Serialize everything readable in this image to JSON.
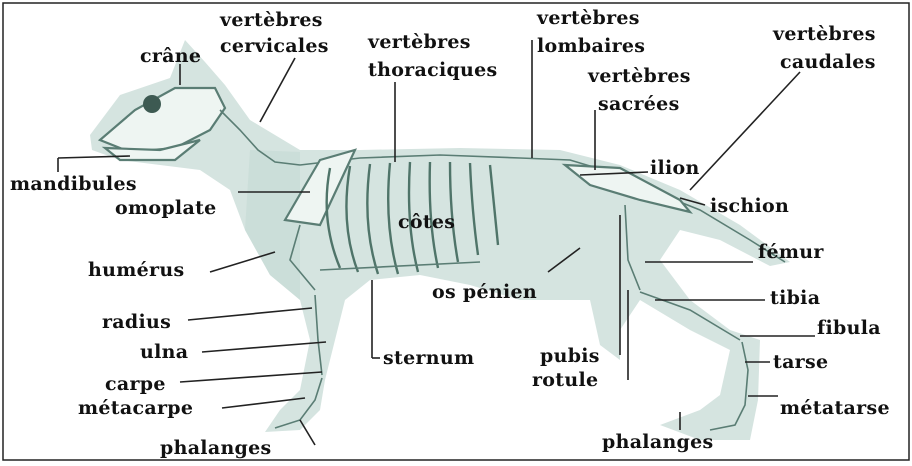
{
  "labels": {
    "vertebres_cervicales_1": "vertèbres",
    "vertebres_cervicales_2": "cervicales",
    "crane": "crâne",
    "vertebres_thoraciques_1": "vertèbres",
    "vertebres_thoraciques_2": "thoraciques",
    "vertebres_lombaires_1": "vertèbres",
    "vertebres_lombaires_2": "lombaires",
    "vertebres_sacrees_1": "vertèbres",
    "vertebres_sacrees_2": "sacrées",
    "vertebres_caudales_1": "vertèbres",
    "vertebres_caudales_2": "caudales",
    "mandibules": "mandibules",
    "omoplate": "omoplate",
    "cotes": "côtes",
    "ilion": "ilion",
    "ischion": "ischion",
    "humerus": "humérus",
    "femur": "fémur",
    "os_penien": "os pénien",
    "tibia": "tibia",
    "radius": "radius",
    "fibula": "fibula",
    "ulna": "ulna",
    "sternum": "sternum",
    "pubis": "pubis",
    "tarse": "tarse",
    "carpe": "carpe",
    "rotule": "rotule",
    "metacarpe": "métacarpe",
    "metatarse": "métatarse",
    "phalanges_front": "phalanges",
    "phalanges_rear": "phalanges"
  },
  "colors": {
    "body_fill": "#d5e4e0",
    "bone_stroke": "#5a7d74",
    "label_color": "#111111",
    "border": "#222222"
  }
}
